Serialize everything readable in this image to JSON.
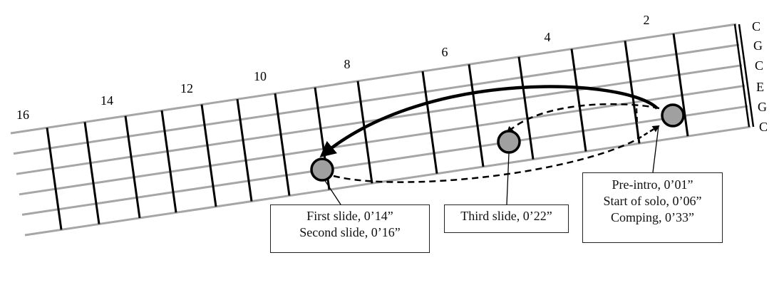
{
  "fret_numbers": [
    "16",
    "14",
    "12",
    "10",
    "8",
    "6",
    "4",
    "2"
  ],
  "string_names": [
    "C",
    "G",
    "C",
    "E",
    "G",
    "C"
  ],
  "annotations": [
    {
      "lines": [
        "First slide, 0’14”",
        "Second slide, 0’16”"
      ]
    },
    {
      "lines": [
        "Third slide, 0’22”"
      ]
    },
    {
      "lines": [
        "Pre-intro, 0’01”",
        "Start of solo, 0’06”",
        "Comping, 0’33”"
      ]
    }
  ],
  "colors": {
    "string": "#a6a6a6",
    "fret": "#000000",
    "dot": "#a0a0a0"
  }
}
